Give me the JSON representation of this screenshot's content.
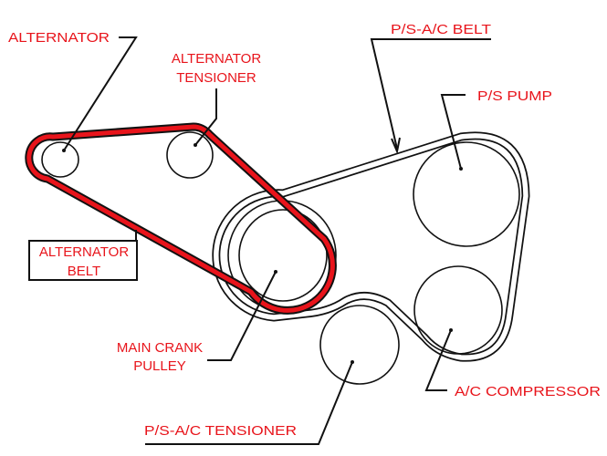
{
  "diagram": {
    "colors": {
      "label": "#e8141b",
      "alternator_belt": "#e8141b",
      "line": "#111111"
    },
    "labels": {
      "alternator": "ALTERNATOR",
      "alternator_tensioner_line1": "ALTERNATOR",
      "alternator_tensioner_line2": "TENSIONER",
      "ps_ac_belt": "P/S-A/C BELT",
      "ps_pump": "P/S PUMP",
      "alternator_belt_line1": "ALTERNATOR",
      "alternator_belt_line2": "BELT",
      "main_crank_line1": "MAIN CRANK",
      "main_crank_line2": "PULLEY",
      "ac_compressor": "A/C COMPRESSOR",
      "ps_ac_tensioner": "P/S-A/C TENSIONER"
    }
  }
}
